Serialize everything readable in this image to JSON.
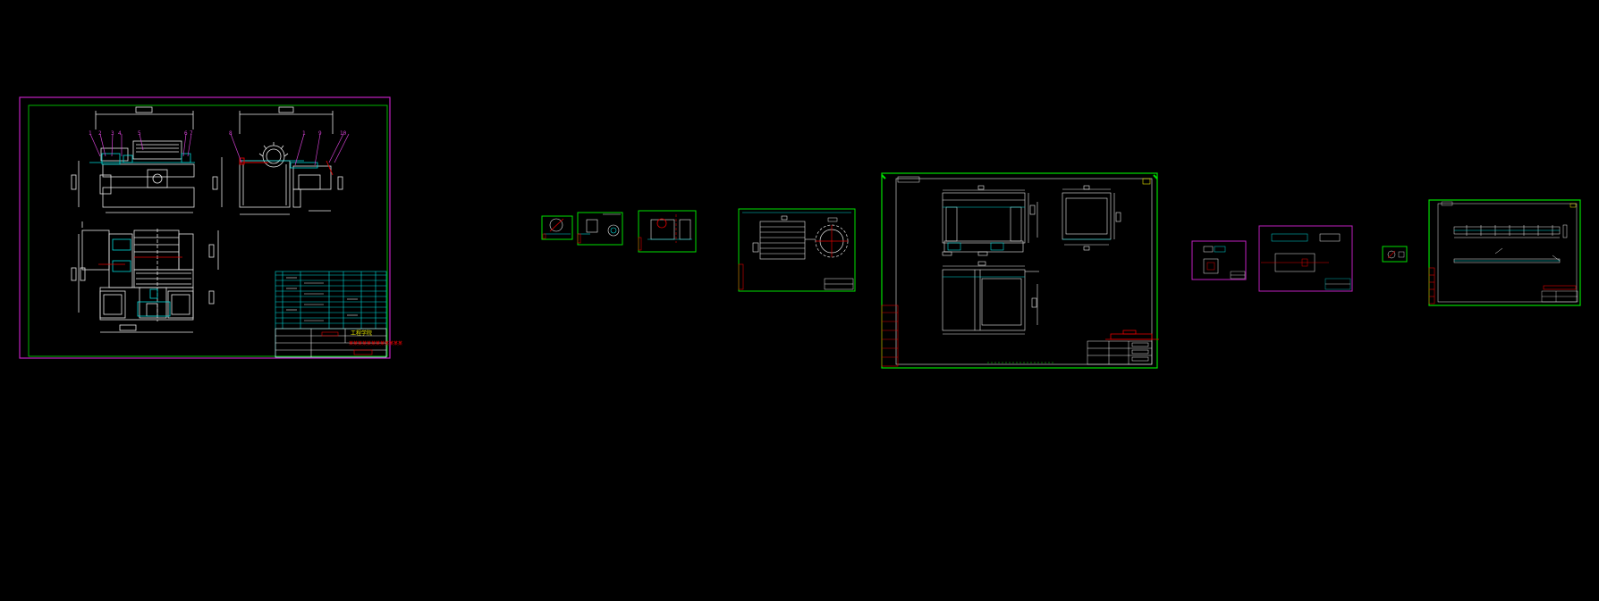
{
  "viewport": {
    "background": "#000000"
  },
  "colors": {
    "frame_magenta": "#c020c0",
    "frame_green": "#00e000",
    "line_white": "#e8e8e8",
    "line_cyan": "#00d8d8",
    "line_red": "#e00000",
    "line_yellow": "#e8e800",
    "label_magenta": "#d040d0"
  },
  "sheet1": {
    "title_block_label": "工程学院",
    "red_note": "某某某某某某某某某某某某",
    "callout_numbers": [
      "1",
      "2",
      "3",
      "4",
      "5",
      "6",
      "7",
      "8",
      "9",
      "10"
    ]
  },
  "sheets": [
    {
      "name": "general-assembly-sheet",
      "frame": "magenta"
    },
    {
      "name": "small-part-sheet-1",
      "frame": "green"
    },
    {
      "name": "small-part-sheet-2",
      "frame": "green"
    },
    {
      "name": "bracket-part-sheet",
      "frame": "green"
    },
    {
      "name": "gear-roller-sheet",
      "frame": "green"
    },
    {
      "name": "frame-assembly-sheet",
      "frame": "green"
    },
    {
      "name": "small-component-sheet-1",
      "frame": "magenta"
    },
    {
      "name": "small-component-sheet-2",
      "frame": "magenta"
    },
    {
      "name": "tiny-part-sheet",
      "frame": "green"
    },
    {
      "name": "rail-shaft-sheet",
      "frame": "green"
    }
  ]
}
